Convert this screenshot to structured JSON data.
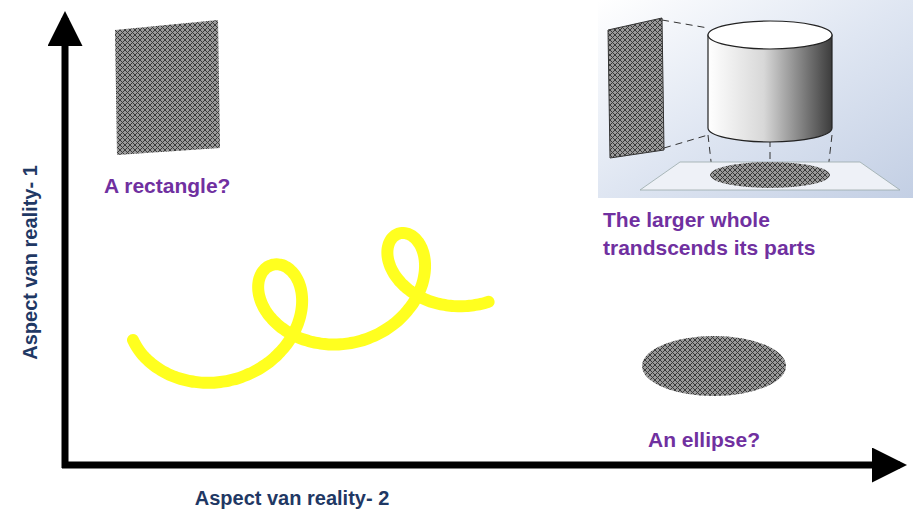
{
  "diagram": {
    "labels": [
      "A rectangle?",
      "The larger whole trandscends its parts",
      "An ellipse?",
      "Aspect van reality- 1",
      "Aspect van reality- 2"
    ]
  }
}
